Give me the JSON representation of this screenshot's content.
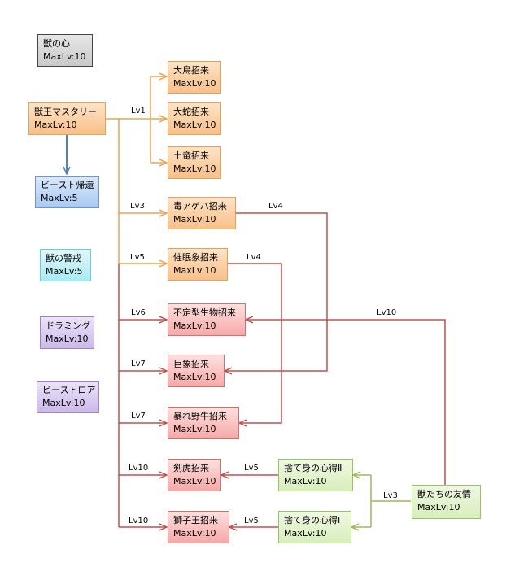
{
  "colors": {
    "orange_line": "#f0a04b",
    "blue_line": "#4f81bd",
    "red_line": "#c0504d",
    "green_line": "#9bbb59"
  },
  "nodes": {
    "kemono_no_kokoro": {
      "name": "獣の心",
      "max": "MaxLv:10"
    },
    "juuou_mastery": {
      "name": "獣王マスタリー",
      "max": "MaxLv:10"
    },
    "beast_kikan": {
      "name": "ビースト帰還",
      "max": "MaxLv:5"
    },
    "kemono_no_keikai": {
      "name": "獣の警戒",
      "max": "MaxLv:5"
    },
    "drumming": {
      "name": "ドラミング",
      "max": "MaxLv:10"
    },
    "beast_roar": {
      "name": "ビーストロア",
      "max": "MaxLv:10"
    },
    "ootori": {
      "name": "大鳥招来",
      "max": "MaxLv:10"
    },
    "oohebi": {
      "name": "大蛇招来",
      "max": "MaxLv:10"
    },
    "doryuu": {
      "name": "土竜招来",
      "max": "MaxLv:10"
    },
    "dokuageha": {
      "name": "毒アゲハ招来",
      "max": "MaxLv:10"
    },
    "saiminzou": {
      "name": "催眠象招来",
      "max": "MaxLv:10"
    },
    "futeikei": {
      "name": "不定型生物招来",
      "max": "MaxLv:10"
    },
    "kyozou": {
      "name": "巨象招来",
      "max": "MaxLv:10"
    },
    "abareyagyuu": {
      "name": "暴れ野牛招来",
      "max": "MaxLv:10"
    },
    "kenko": {
      "name": "剣虎招来",
      "max": "MaxLv:10"
    },
    "shishiou": {
      "name": "獅子王招来",
      "max": "MaxLv:10"
    },
    "sutemi2": {
      "name": "捨て身の心得Ⅱ",
      "max": "MaxLv:10"
    },
    "sutemi1": {
      "name": "捨て身の心得Ⅰ",
      "max": "MaxLv:10"
    },
    "kemonotachi": {
      "name": "獣たちの友情",
      "max": "MaxLv:10"
    }
  },
  "edge_labels": {
    "lv1": "Lv1",
    "lv3": "Lv3",
    "lv5": "Lv5",
    "lv6": "Lv6",
    "lv7a": "Lv7",
    "lv7b": "Lv7",
    "lv10a": "Lv10",
    "lv10b": "Lv10",
    "lv4a": "Lv4",
    "lv4b": "Lv4",
    "lv10c": "Lv10",
    "lv5a": "Lv5",
    "lv5b": "Lv5",
    "lv3b": "Lv3"
  }
}
